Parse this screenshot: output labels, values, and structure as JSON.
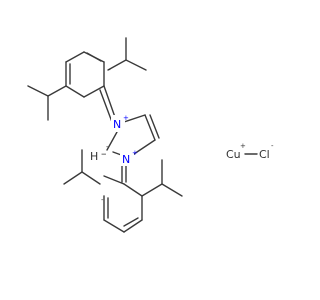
{
  "structure": {
    "atoms": {
      "n_upper": "N",
      "n_upper_charge": "+",
      "n_lower": "N",
      "n_lower_charge": "+",
      "carbene_h": "H",
      "carbene_c_charge": "-",
      "aryl_upper_charge": "-",
      "aryl_lower_charge": "-",
      "copper": "Cu",
      "copper_charge": "+",
      "chlorine": "Cl",
      "chlorine_charge": "-"
    },
    "colors": {
      "bond": "#3a3a3a",
      "text": "#333333",
      "nitrogen": "#0000ff",
      "background": "#ffffff"
    }
  }
}
